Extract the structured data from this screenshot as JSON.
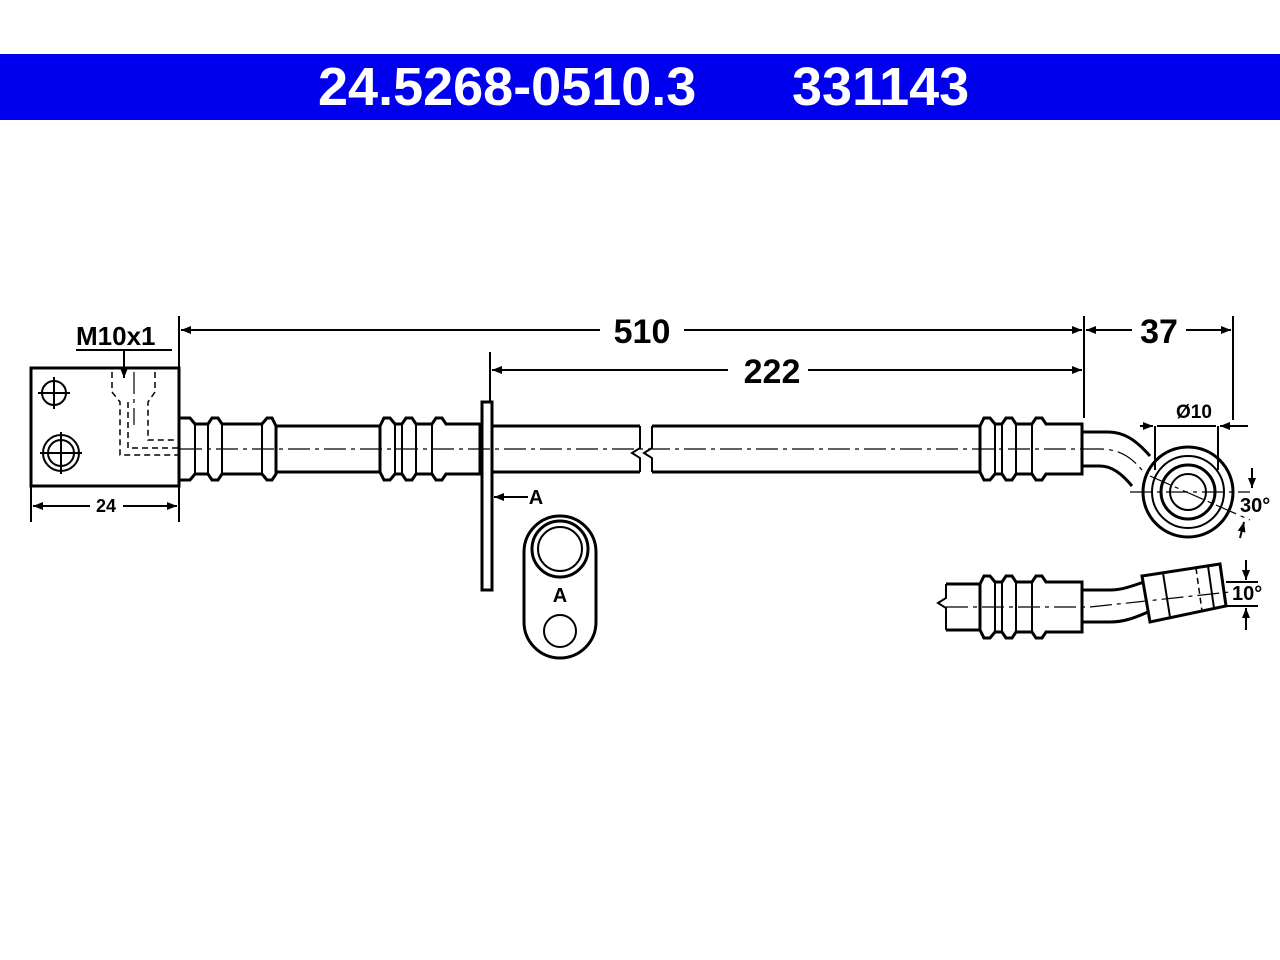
{
  "header": {
    "part_number": "24.5268-0510.3",
    "ref_number": "331143",
    "background": "#0000ee",
    "text_color": "#ffffff"
  },
  "dimensions": {
    "thread": "M10x1",
    "total_length": "510",
    "bracket_distance": "222",
    "end_offset": "37",
    "eye_diameter": "Ø10",
    "eye_angle": "30°",
    "tilt_angle": "10°",
    "block_width": "24"
  },
  "labels": {
    "section_marker": "A",
    "section_view": "A"
  }
}
